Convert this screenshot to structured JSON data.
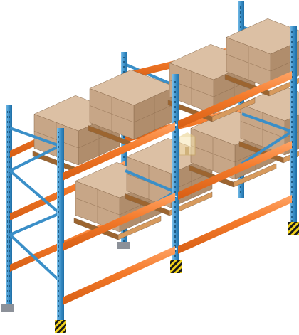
{
  "title": "",
  "colors": {
    "upright": "#3a8fc8",
    "upright_dark": "#1f6fa6",
    "upright_light": "#7cc0ea",
    "beam": "#f47a2a",
    "beam_dark": "#d65e14",
    "beam_light": "#ffa466",
    "box_top": "#dcc0a4",
    "box_left": "#c7a687",
    "box_right": "#b08d6c",
    "pallet": "#d79a5d",
    "pallet_dark": "#9c6530",
    "foot": "#1a1a1a",
    "foot_stripe": "#f2d21b",
    "baseplate": "#8c9199"
  },
  "scene": {
    "subject": "pallet-rack",
    "bays": 2,
    "beam_levels": 3,
    "loaded_levels": 2,
    "pallets_per_bay_per_level": 2,
    "watermark_icon": "warehouse-logo-icon"
  }
}
